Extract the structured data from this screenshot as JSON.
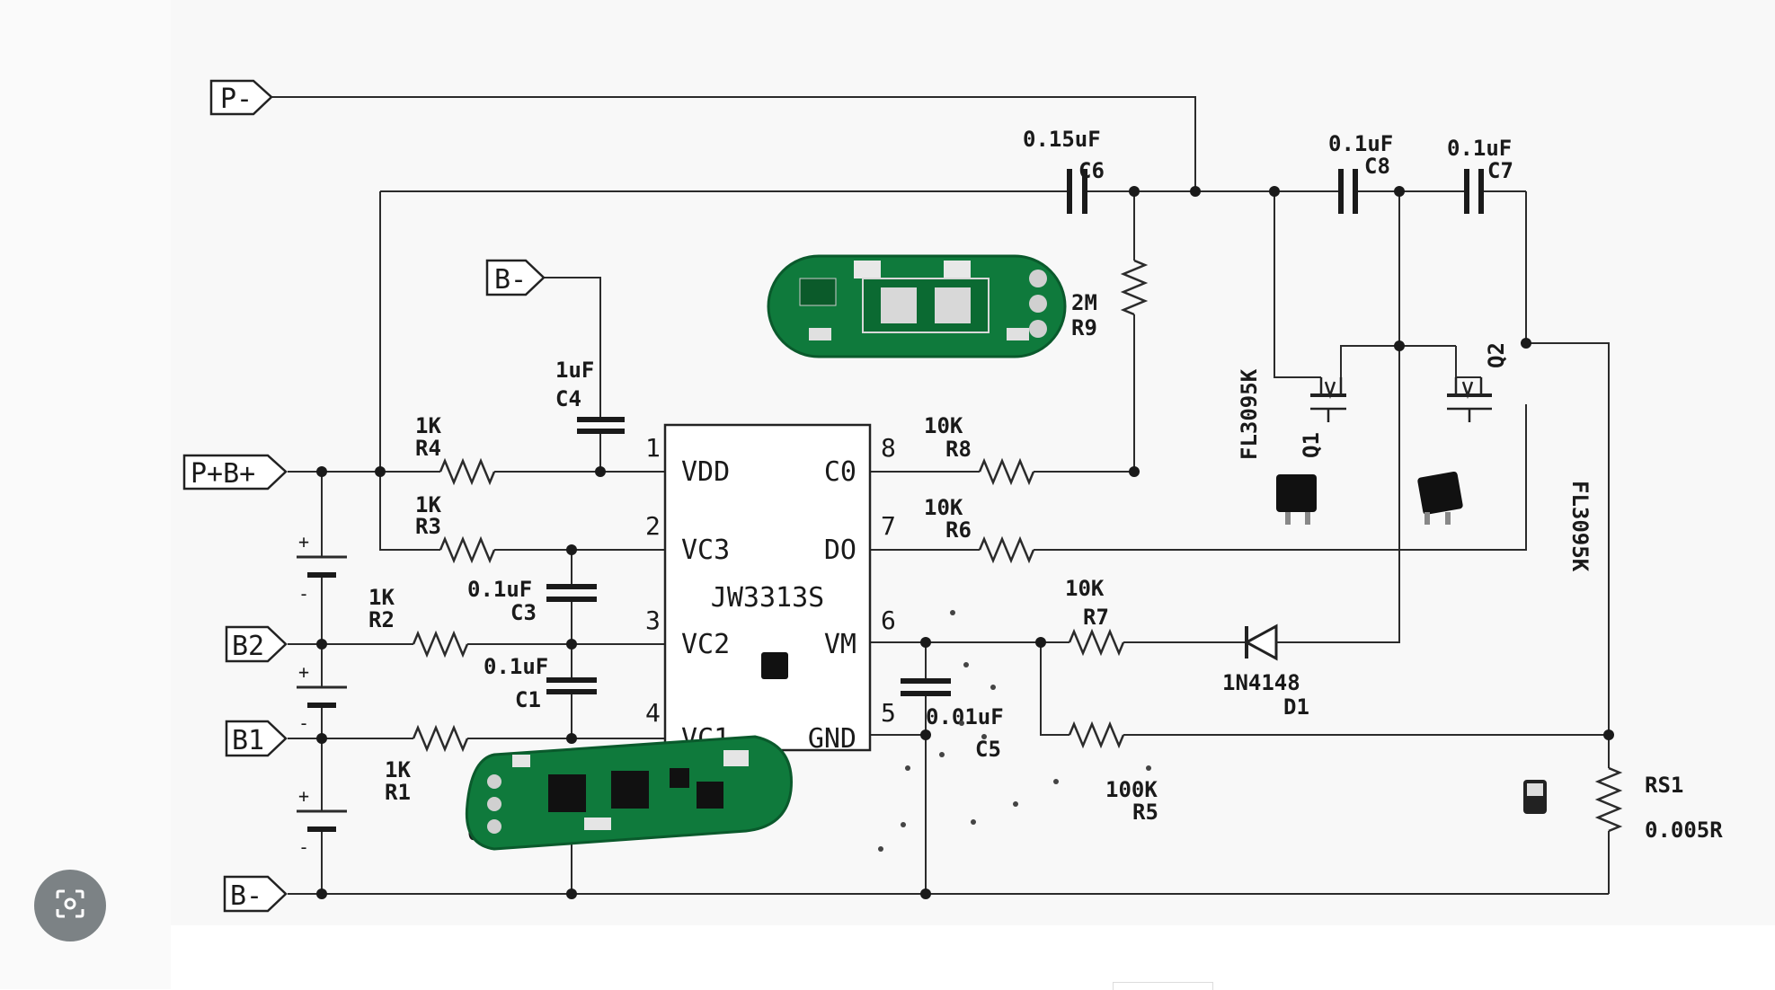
{
  "ports": {
    "p_minus": "P-",
    "p_plus_b_plus": "P+B+",
    "b_minus_top": "B-",
    "b2": "B2",
    "b1": "B1",
    "b_minus_bottom": "B-"
  },
  "ic": {
    "name": "JW3313S",
    "pins_left": [
      {
        "num": "1",
        "name": "VDD"
      },
      {
        "num": "2",
        "name": "VC3"
      },
      {
        "num": "3",
        "name": "VC2"
      },
      {
        "num": "4",
        "name": "VC1"
      }
    ],
    "pins_right": [
      {
        "num": "8",
        "name": "C0"
      },
      {
        "num": "7",
        "name": "DO"
      },
      {
        "num": "6",
        "name": "VM"
      },
      {
        "num": "5",
        "name": "GND"
      }
    ]
  },
  "components": {
    "r4": {
      "value": "1K",
      "ref": "R4"
    },
    "r3": {
      "value": "1K",
      "ref": "R3"
    },
    "r2": {
      "value": "1K",
      "ref": "R2"
    },
    "r1": {
      "value": "1K",
      "ref": "R1"
    },
    "r8": {
      "value": "10K",
      "ref": "R8"
    },
    "r6": {
      "value": "10K",
      "ref": "R6"
    },
    "r7": {
      "value": "10K",
      "ref": "R7"
    },
    "r5": {
      "value": "100K",
      "ref": "R5"
    },
    "r9": {
      "value": "2M",
      "ref": "R9"
    },
    "rs1": {
      "ref": "RS1",
      "value": "0.005R"
    },
    "c4": {
      "value": "1uF",
      "ref": "C4"
    },
    "c3": {
      "value": "0.1uF",
      "ref": "C3"
    },
    "c1": {
      "value": "0.1uF",
      "ref": "C1"
    },
    "c2_partial": "0.1",
    "c5": {
      "value": "0.01uF",
      "ref": "C5"
    },
    "c6": {
      "value": "0.15uF",
      "ref": "C6"
    },
    "c8": {
      "value": "0.1uF",
      "ref": "C8"
    },
    "c7": {
      "value": "0.1uF",
      "ref": "C7"
    },
    "q1": {
      "part": "FL3095K",
      "ref": "Q1"
    },
    "q2": {
      "part": "FL3095K",
      "ref": "Q2"
    },
    "d1": {
      "part": "1N4148",
      "ref": "D1"
    }
  },
  "colors": {
    "background": "#ffffff",
    "wire": "#2b2b2b",
    "pcb_green": "#0f7a3c",
    "button_gray": "#7c8285"
  },
  "icons": {
    "lens_button": "visual-search-icon"
  }
}
